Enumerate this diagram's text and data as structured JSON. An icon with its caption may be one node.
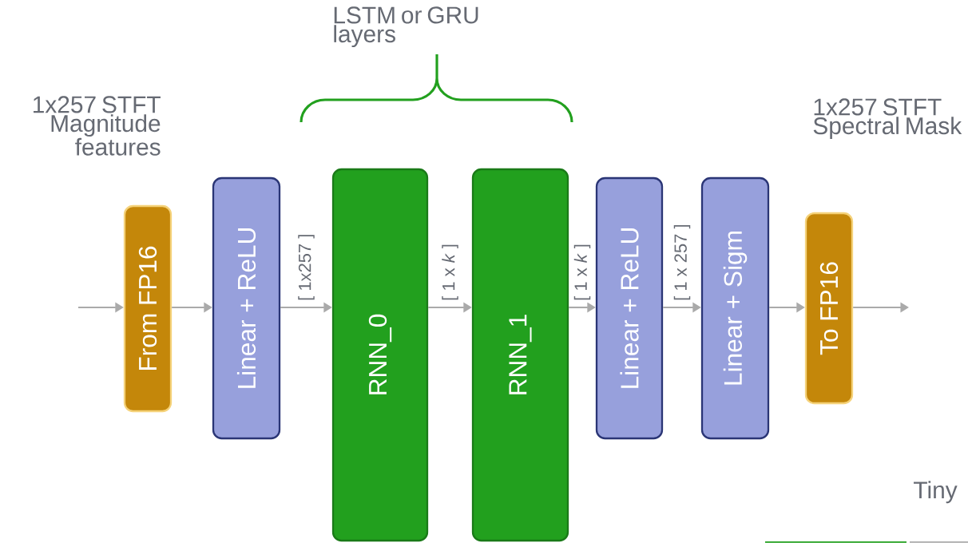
{
  "diagram": {
    "nodes": [
      {
        "text": [
          "From FP16"
        ]
      },
      {
        "text": [
          "Linear + ReLU"
        ]
      },
      {
        "text": [
          "RNN_0"
        ]
      },
      {
        "text": [
          "RNN_1"
        ]
      },
      {
        "text": [
          "Linear + ReLU"
        ]
      },
      {
        "text": [
          "Linear + Sigm"
        ]
      },
      {
        "text": [
          "To FP16"
        ]
      }
    ],
    "edges": [
      {
        "from": null,
        "to": 0,
        "arrow": "to"
      },
      {
        "from": 0,
        "to": 1,
        "arrow": "to"
      },
      {
        "from": 1,
        "to": 2,
        "arrow": "to",
        "label": "[ 1x257 ]"
      },
      {
        "from": 2,
        "to": 3,
        "arrow": "to",
        "label": "[ 1 x *k* ]"
      },
      {
        "from": 3,
        "to": 4,
        "arrow": "to",
        "label": "[ 1 x *k* ]"
      },
      {
        "from": 4,
        "to": 5,
        "arrow": "to",
        "label": "[ 1 x 257 ]"
      },
      {
        "from": 5,
        "to": 6,
        "arrow": "to"
      },
      {
        "from": 6,
        "to": null,
        "arrow": "to"
      }
    ],
    "labels": [
      "LSTM or GRU layers",
      "1x257 STFT Magnitude features",
      "1x257 STFT Spectral Mask",
      "Tiny"
    ]
  }
}
